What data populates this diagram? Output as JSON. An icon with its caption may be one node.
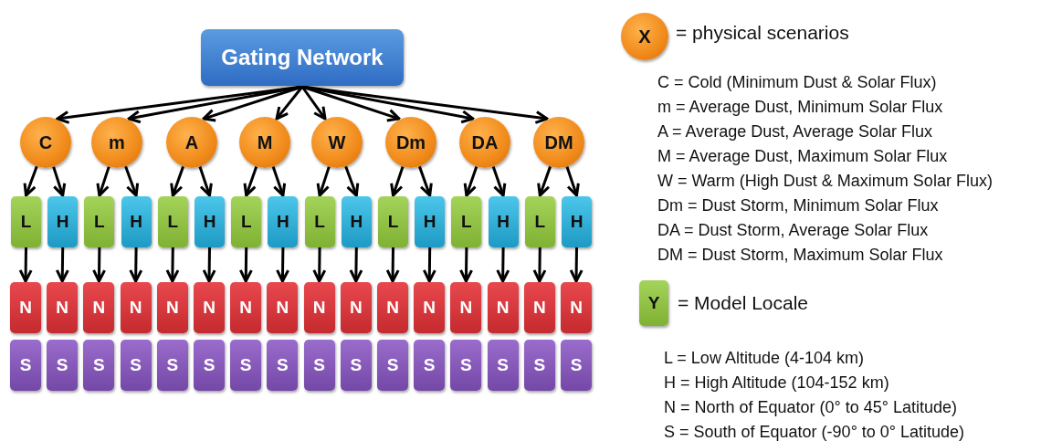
{
  "diagram": {
    "nodes": [
      {
        "text": [
          "Gating Network"
        ]
      },
      {
        "text": [
          "C"
        ]
      },
      {
        "text": [
          "m"
        ]
      },
      {
        "text": [
          "A"
        ]
      },
      {
        "text": [
          "M"
        ]
      },
      {
        "text": [
          "W"
        ]
      },
      {
        "text": [
          "Dm"
        ]
      },
      {
        "text": [
          "DA"
        ]
      },
      {
        "text": [
          "DM"
        ]
      },
      {
        "text": [
          "L"
        ]
      },
      {
        "text": [
          "H"
        ]
      },
      {
        "text": [
          "L"
        ]
      },
      {
        "text": [
          "H"
        ]
      },
      {
        "text": [
          "L"
        ]
      },
      {
        "text": [
          "H"
        ]
      },
      {
        "text": [
          "L"
        ]
      },
      {
        "text": [
          "H"
        ]
      },
      {
        "text": [
          "L"
        ]
      },
      {
        "text": [
          "H"
        ]
      },
      {
        "text": [
          "L"
        ]
      },
      {
        "text": [
          "H"
        ]
      },
      {
        "text": [
          "L"
        ]
      },
      {
        "text": [
          "H"
        ]
      },
      {
        "text": [
          "L"
        ]
      },
      {
        "text": [
          "H"
        ]
      },
      {
        "text": [
          "N"
        ]
      },
      {
        "text": [
          "N"
        ]
      },
      {
        "text": [
          "N"
        ]
      },
      {
        "text": [
          "N"
        ]
      },
      {
        "text": [
          "N"
        ]
      },
      {
        "text": [
          "N"
        ]
      },
      {
        "text": [
          "N"
        ]
      },
      {
        "text": [
          "N"
        ]
      },
      {
        "text": [
          "N"
        ]
      },
      {
        "text": [
          "N"
        ]
      },
      {
        "text": [
          "N"
        ]
      },
      {
        "text": [
          "N"
        ]
      },
      {
        "text": [
          "N"
        ]
      },
      {
        "text": [
          "N"
        ]
      },
      {
        "text": [
          "N"
        ]
      },
      {
        "text": [
          "N"
        ]
      },
      {
        "text": [
          "S"
        ]
      },
      {
        "text": [
          "S"
        ]
      },
      {
        "text": [
          "S"
        ]
      },
      {
        "text": [
          "S"
        ]
      },
      {
        "text": [
          "S"
        ]
      },
      {
        "text": [
          "S"
        ]
      },
      {
        "text": [
          "S"
        ]
      },
      {
        "text": [
          "S"
        ]
      },
      {
        "text": [
          "S"
        ]
      },
      {
        "text": [
          "S"
        ]
      },
      {
        "text": [
          "S"
        ]
      },
      {
        "text": [
          "S"
        ]
      },
      {
        "text": [
          "S"
        ]
      },
      {
        "text": [
          "S"
        ]
      },
      {
        "text": [
          "S"
        ]
      },
      {
        "text": [
          "S"
        ]
      },
      {
        "text": [
          "X"
        ],
        "beside": [
          "= physical scenarios"
        ]
      },
      {
        "text": [
          "Y"
        ],
        "beside": [
          "= Model Locale"
        ]
      }
    ],
    "edges": [
      {
        "from": 0,
        "to": 1,
        "arrow": "to"
      },
      {
        "from": 0,
        "to": 2,
        "arrow": "to"
      },
      {
        "from": 0,
        "to": 3,
        "arrow": "to"
      },
      {
        "from": 0,
        "to": 4,
        "arrow": "to"
      },
      {
        "from": 0,
        "to": 5,
        "arrow": "to"
      },
      {
        "from": 0,
        "to": 6,
        "arrow": "to"
      },
      {
        "from": 0,
        "to": 7,
        "arrow": "to"
      },
      {
        "from": 0,
        "to": 8,
        "arrow": "to"
      },
      {
        "from": 1,
        "to": 9,
        "arrow": "to"
      },
      {
        "from": 1,
        "to": 10,
        "arrow": "to"
      },
      {
        "from": 2,
        "to": 11,
        "arrow": "to"
      },
      {
        "from": 2,
        "to": 12,
        "arrow": "to"
      },
      {
        "from": 3,
        "to": 13,
        "arrow": "to"
      },
      {
        "from": 3,
        "to": 14,
        "arrow": "to"
      },
      {
        "from": 4,
        "to": 15,
        "arrow": "to"
      },
      {
        "from": 4,
        "to": 16,
        "arrow": "to"
      },
      {
        "from": 5,
        "to": 17,
        "arrow": "to"
      },
      {
        "from": 5,
        "to": 18,
        "arrow": "to"
      },
      {
        "from": 6,
        "to": 19,
        "arrow": "to"
      },
      {
        "from": 6,
        "to": 20,
        "arrow": "to"
      },
      {
        "from": 7,
        "to": 21,
        "arrow": "to"
      },
      {
        "from": 7,
        "to": 22,
        "arrow": "to"
      },
      {
        "from": 8,
        "to": 23,
        "arrow": "to"
      },
      {
        "from": 8,
        "to": 24,
        "arrow": "to"
      },
      {
        "from": 9,
        "to": 25,
        "arrow": "to"
      },
      {
        "from": 10,
        "to": 26,
        "arrow": "to"
      },
      {
        "from": 11,
        "to": 27,
        "arrow": "to"
      },
      {
        "from": 12,
        "to": 28,
        "arrow": "to"
      },
      {
        "from": 13,
        "to": 29,
        "arrow": "to"
      },
      {
        "from": 14,
        "to": 30,
        "arrow": "to"
      },
      {
        "from": 15,
        "to": 31,
        "arrow": "to"
      },
      {
        "from": 16,
        "to": 32,
        "arrow": "to"
      },
      {
        "from": 17,
        "to": 33,
        "arrow": "to"
      },
      {
        "from": 18,
        "to": 34,
        "arrow": "to"
      },
      {
        "from": 19,
        "to": 35,
        "arrow": "to"
      },
      {
        "from": 20,
        "to": 36,
        "arrow": "to"
      },
      {
        "from": 21,
        "to": 37,
        "arrow": "to"
      },
      {
        "from": 22,
        "to": 38,
        "arrow": "to"
      },
      {
        "from": 23,
        "to": 39,
        "arrow": "to"
      },
      {
        "from": 24,
        "to": 40,
        "arrow": "to"
      }
    ],
    "labels": [
      "C = Cold (Minimum Dust & Solar Flux)",
      "m = Average Dust, Minimum Solar Flux",
      "A = Average Dust, Average Solar Flux",
      "M = Average Dust, Maximum Solar Flux",
      "W = Warm (High Dust & Maximum Solar Flux)",
      "Dm = Dust Storm, Minimum Solar Flux",
      "DA = Dust Storm, Average Solar Flux",
      "DM = Dust Storm, Maximum Solar Flux",
      "L = Low Altitude (4-104 km)",
      "H = High Altitude (104-152 km)",
      "N = North of Equator (0° to 45° Latitude)",
      "S = South of Equator (-90° to 0° Latitude)"
    ]
  }
}
